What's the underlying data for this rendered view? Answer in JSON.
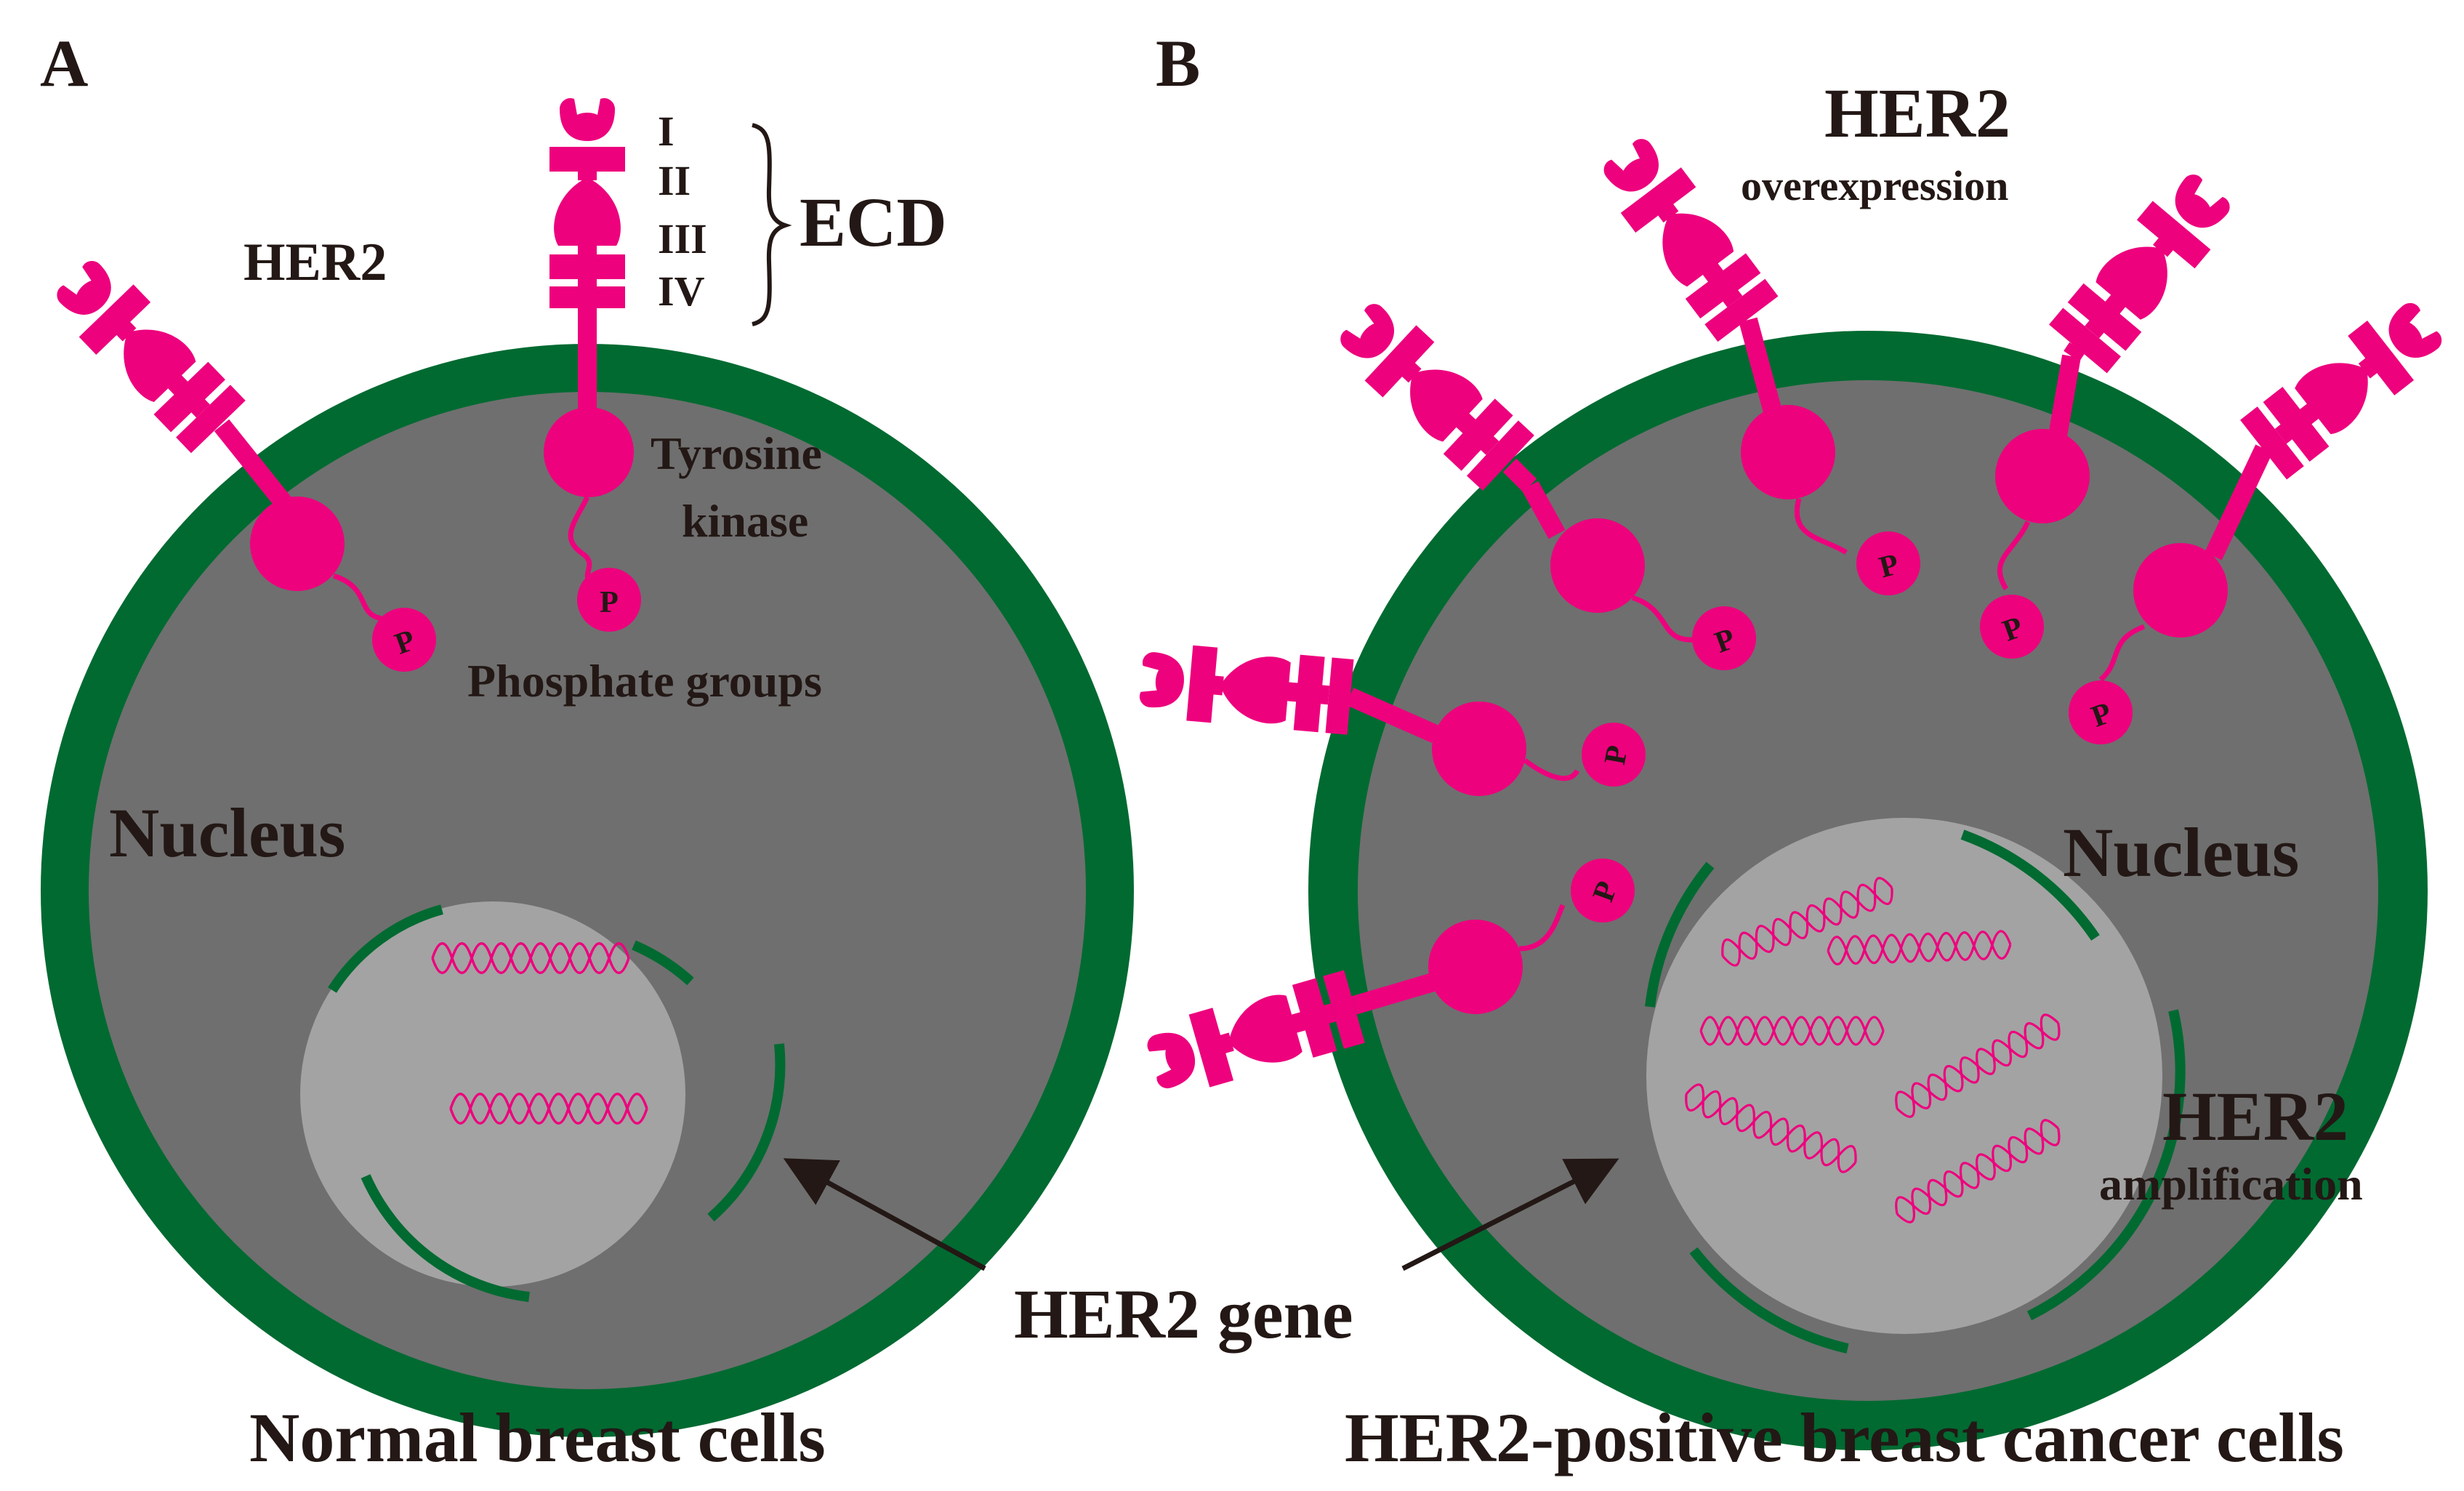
{
  "colors": {
    "membrane": "#006a31",
    "cytoplasm": "#6f6f6f",
    "nucleus": "#a3a3a3",
    "receptor": "#ed017d",
    "text": "#231815",
    "background": "#ffffff"
  },
  "panel_a": {
    "letter": "A",
    "her2_label": "HER2",
    "domains": [
      "I",
      "II",
      "III",
      "IV"
    ],
    "ecd_label": "ECD",
    "tyrosine_label_1": "Tyrosine",
    "tyrosine_label_2": "kinase",
    "phosphate_label": "Phosphate groups",
    "nucleus_label": "Nucleus",
    "caption": "Normal breast cells",
    "phosphate_symbol": "P"
  },
  "panel_b": {
    "letter": "B",
    "her2_label": "HER2",
    "overexpression_label": "overexpression",
    "nucleus_label": "Nucleus",
    "her2_amp_label": "HER2",
    "amplification_label": "amplification",
    "caption": "HER2-positive breast cancer cells",
    "phosphate_symbol": "P"
  },
  "shared": {
    "gene_label": "HER2 gene"
  },
  "icons": [
    "her2-receptor-icon",
    "dna-helix-icon",
    "phosphate-group-icon",
    "arrow-icon"
  ]
}
